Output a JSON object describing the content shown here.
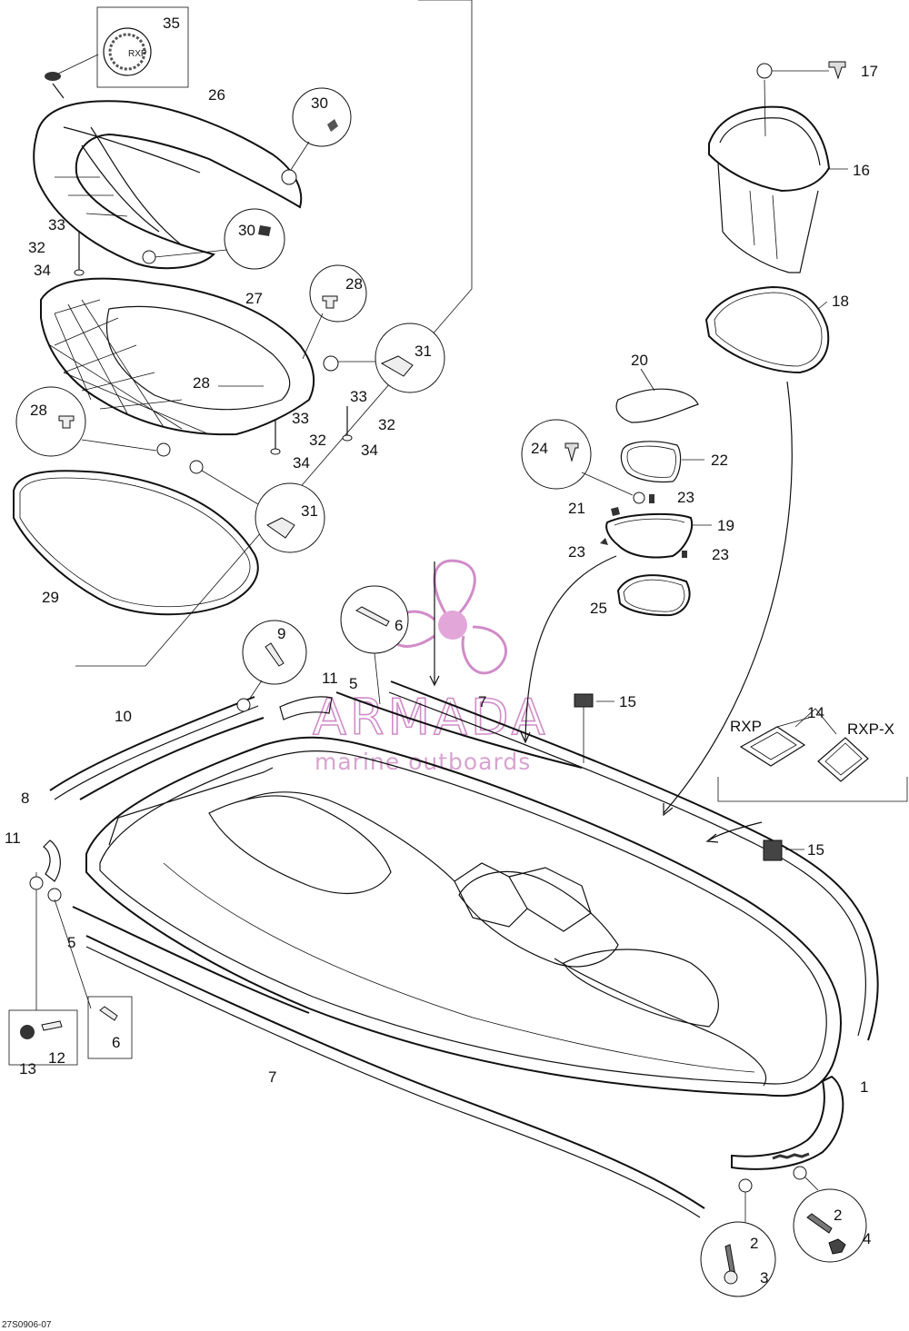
{
  "diagram_code": "27S0906-07",
  "watermark": {
    "title": "ARMADA",
    "subtitle": "marine outboards",
    "color": "#d08cc8"
  },
  "callouts": {
    "c35": "35",
    "c26": "26",
    "c30a": "30",
    "c30b": "30",
    "c33a": "33",
    "c32a": "32",
    "c34a": "34",
    "c27": "27",
    "c28a": "28",
    "c28b": "28",
    "c28c": "28",
    "c31a": "31",
    "c31b": "31",
    "c33b": "33",
    "c32b": "32",
    "c34b": "34",
    "c33c": "33",
    "c32c": "32",
    "c34c": "34",
    "c29": "29",
    "c17": "17",
    "c16": "16",
    "c18": "18",
    "c20": "20",
    "c22": "22",
    "c24": "24",
    "c23a": "23",
    "c21": "21",
    "c19": "19",
    "c23b": "23",
    "c23c": "23",
    "c25": "25",
    "c6a": "6",
    "c9": "9",
    "c11a": "11",
    "c5a": "5",
    "c7a": "7",
    "c15a": "15",
    "c10": "10",
    "c8": "8",
    "c11b": "11",
    "c5b": "5",
    "c6b": "6",
    "c13": "13",
    "c12": "12",
    "c7b": "7",
    "c14": "14",
    "rxp": "RXP",
    "rxpx": "RXP-X",
    "c15b": "15",
    "c1": "1",
    "c2a": "2",
    "c3": "3",
    "c2b": "2",
    "c4": "4"
  }
}
